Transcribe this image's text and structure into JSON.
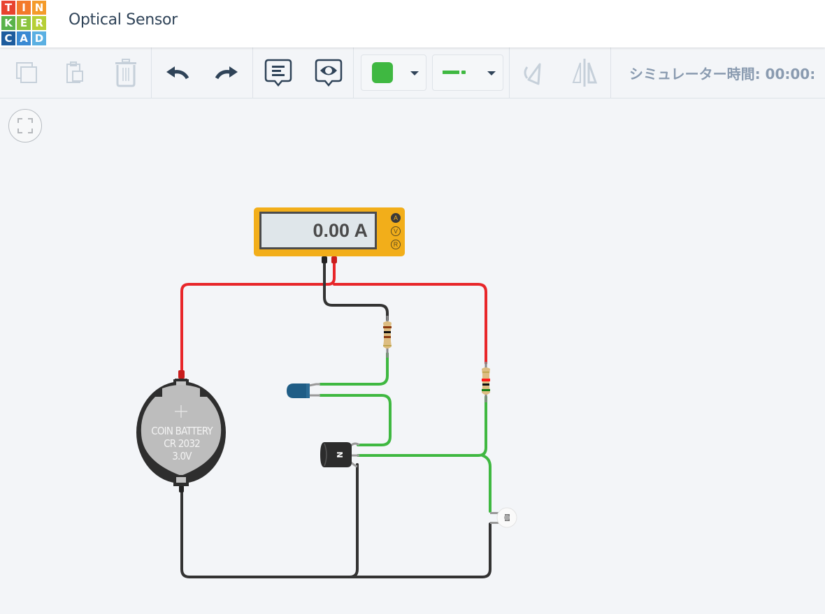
{
  "header": {
    "logo_letters": [
      "T",
      "I",
      "N",
      "K",
      "E",
      "R",
      "C",
      "A",
      "D"
    ],
    "logo_colors": [
      "#e8432f",
      "#f37a2b",
      "#f49b2b",
      "#59b34a",
      "#8cc43f",
      "#b6cf36",
      "#1d5c9e",
      "#3a8ad3",
      "#5bb0e2"
    ],
    "title": "Optical Sensor"
  },
  "toolbar": {
    "buttons": [
      {
        "name": "copy",
        "icon": "copy-icon",
        "enabled": false
      },
      {
        "name": "paste",
        "icon": "paste-icon",
        "enabled": false
      },
      {
        "name": "delete",
        "icon": "trash-icon",
        "enabled": false
      },
      {
        "name": "undo",
        "icon": "undo-icon",
        "enabled": true
      },
      {
        "name": "redo",
        "icon": "redo-icon",
        "enabled": true
      },
      {
        "name": "notes",
        "icon": "notes-icon",
        "enabled": true
      },
      {
        "name": "notes-visibility",
        "icon": "eye-bubble-icon",
        "enabled": true
      },
      {
        "name": "rotate",
        "icon": "rotate-icon",
        "enabled": false
      },
      {
        "name": "flip",
        "icon": "flip-icon",
        "enabled": false
      }
    ],
    "wire_color": "#3fb841",
    "wire_type": "straight",
    "sim_time_label": "シミュレーター時間: 00:00:"
  },
  "canvas": {
    "fit_view_icon": "fit-view-icon",
    "multimeter": {
      "reading": "0.00 A",
      "modes": [
        "A",
        "V",
        "R"
      ],
      "active_mode": "A"
    },
    "battery": {
      "line1": "COIN BATTERY",
      "line2": "CR 2032",
      "line3": "3.0V"
    },
    "transistor": {
      "label": "N",
      "type": "NPN"
    },
    "components": [
      "multimeter",
      "coin-battery",
      "resistor-1",
      "resistor-2",
      "led-blue",
      "npn-transistor",
      "phototransistor"
    ],
    "wire_colors": {
      "red": "#e8262a",
      "black": "#333333",
      "green": "#3fb841"
    }
  }
}
